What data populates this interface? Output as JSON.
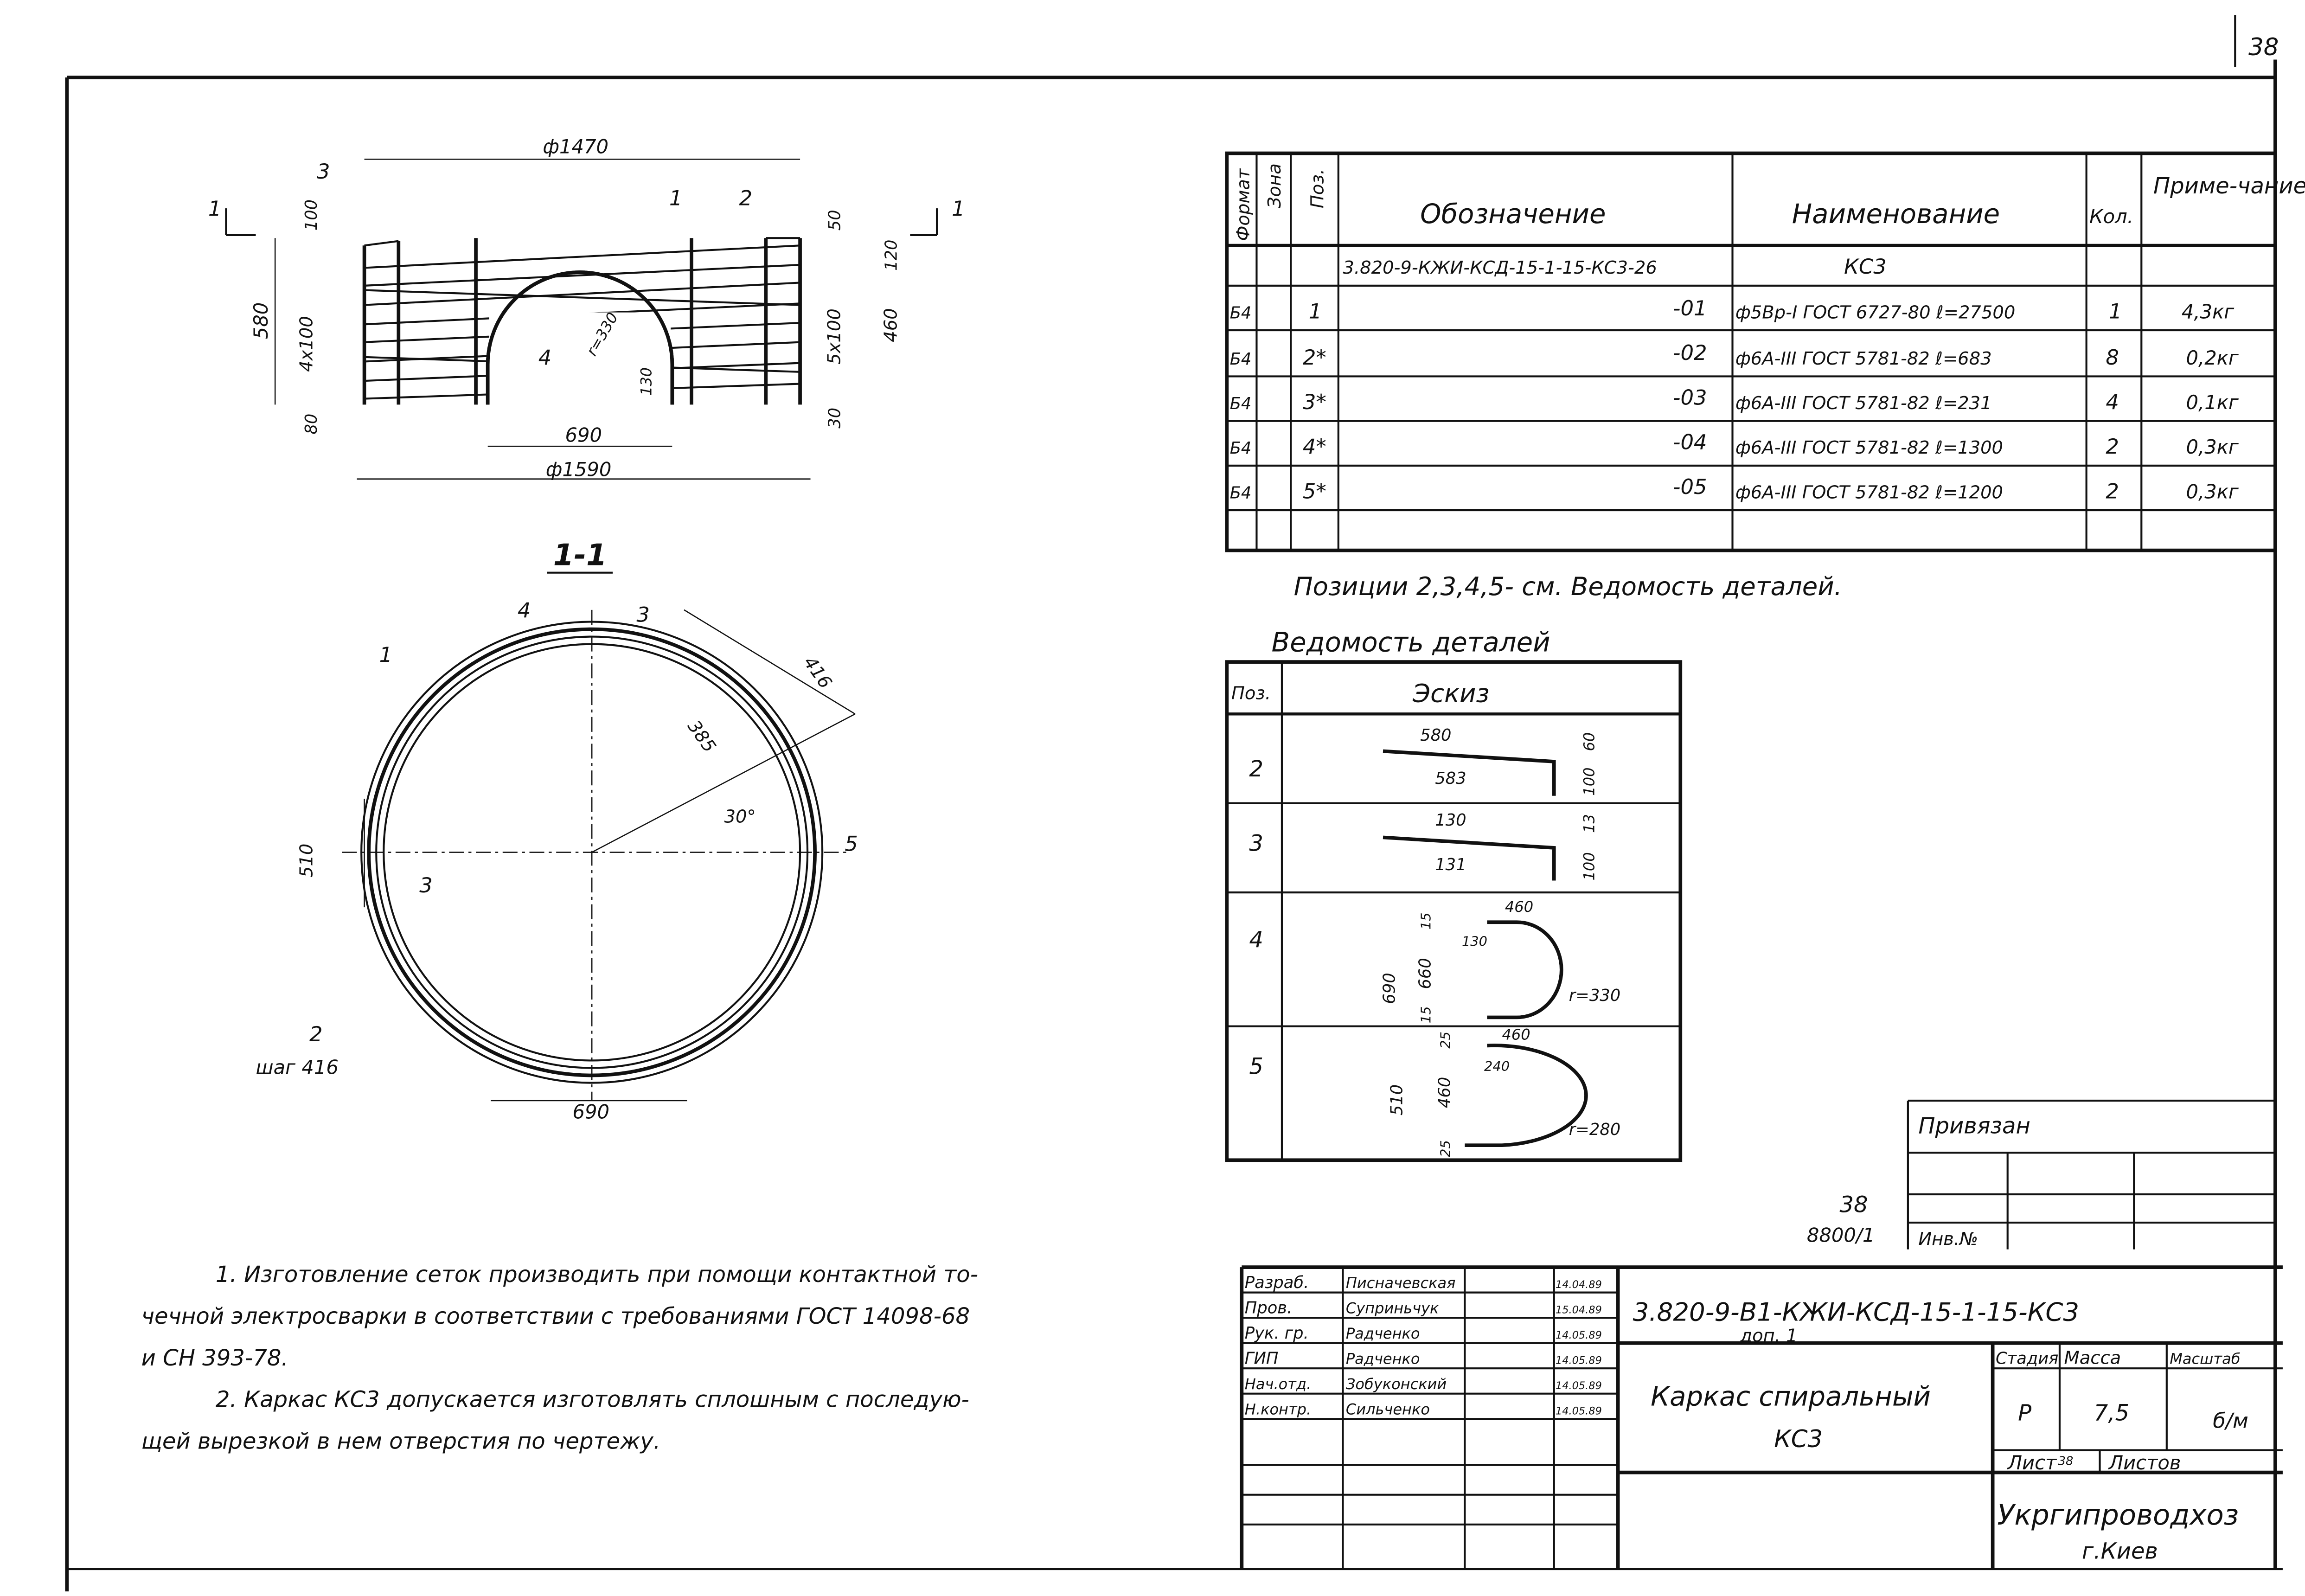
{
  "page_number": "38",
  "plan_view": {
    "dims": {
      "top_diameter": "ф1470",
      "bottom_diameter": "ф1590",
      "opening_width": "690",
      "height_total": "580",
      "spacing_left": "4x100",
      "top_left": "100",
      "bottom_left": "80",
      "top_right": "50",
      "spacing_right": "5x100",
      "right_120": "120",
      "right_460": "460",
      "bottom_right": "30",
      "opening_130": "130",
      "radius": "r=330"
    },
    "callouts": [
      "3",
      "1",
      "2",
      "4"
    ],
    "section_marks": [
      "1",
      "1"
    ]
  },
  "section_view": {
    "title": "1-1",
    "callouts": [
      "1",
      "4",
      "3",
      "5",
      "3",
      "2"
    ],
    "dims": {
      "outer": "416",
      "inner": "385",
      "angle": "30°",
      "side": "510",
      "bottom": "690",
      "pitch": "шаг 416"
    }
  },
  "spec_table": {
    "headers": [
      "Формат",
      "Зона",
      "Поз.",
      "Обозначение",
      "Наименование",
      "Кол.",
      "Приме-чание"
    ],
    "assembly": {
      "designation": "3.820-9-КЖИ-КСД-15-1-15-КС3-26",
      "name": "КС3"
    },
    "rows": [
      {
        "format": "Б4",
        "pos": "1",
        "designation": "-01",
        "name": "ф5Вр-I ГОСТ 6727-80  ℓ=27500",
        "qty": "1",
        "note": "4,3кг"
      },
      {
        "format": "Б4",
        "pos": "2*",
        "designation": "-02",
        "name": "ф6А-III ГОСТ 5781-82  ℓ=683",
        "qty": "8",
        "note": "0,2кг"
      },
      {
        "format": "Б4",
        "pos": "3*",
        "designation": "-03",
        "name": "ф6А-III ГОСТ 5781-82  ℓ=231",
        "qty": "4",
        "note": "0,1кг"
      },
      {
        "format": "Б4",
        "pos": "4*",
        "designation": "-04",
        "name": "ф6А-III ГОСТ 5781-82  ℓ=1300",
        "qty": "2",
        "note": "0,3кг"
      },
      {
        "format": "Б4",
        "pos": "5*",
        "designation": "-05",
        "name": "ф6А-III ГОСТ 5781-82  ℓ=1200",
        "qty": "2",
        "note": "0,3кг"
      }
    ]
  },
  "positions_note": "Позиции 2,3,4,5- см. Ведомость деталей.",
  "details_table": {
    "title": "Ведомость деталей",
    "headers": [
      "Поз.",
      "Эскиз"
    ],
    "rows": [
      {
        "pos": "2",
        "dims": [
          "580",
          "583",
          "60",
          "100"
        ]
      },
      {
        "pos": "3",
        "dims": [
          "130",
          "131",
          "13",
          "100"
        ]
      },
      {
        "pos": "4",
        "dims": [
          "460",
          "15",
          "130",
          "690",
          "660",
          "15",
          "r=330"
        ]
      },
      {
        "pos": "5",
        "dims": [
          "460",
          "25",
          "240",
          "510",
          "460",
          "25",
          "r=280"
        ]
      }
    ]
  },
  "privyazan": {
    "label": "Привязан",
    "inv": "Инв.№"
  },
  "stamp_marks": [
    "38",
    "8800/1"
  ],
  "notes": [
    "1. Изготовление сеток производить при помощи контактной то-",
    "чечной электросварки в соответствии с требованиями ГОСТ 14098-68",
    "и СН 393-78.",
    "2. Каркас КС3 допускается изготовлять сплошным с последую-",
    "щей вырезкой в нем отверстия по чертежу."
  ],
  "title_block": {
    "staff": [
      {
        "role": "Разраб.",
        "name": "Писначевская",
        "date": "14.04.89"
      },
      {
        "role": "Пров.",
        "name": "Суприньчук",
        "date": "15.04.89"
      },
      {
        "role": "Рук. гр.",
        "name": "Радченко",
        "date": "14.05.89"
      },
      {
        "role": "ГИП",
        "name": "Радченко",
        "date": "14.05.89"
      },
      {
        "role": "Нач.отд.",
        "name": "Зобуконский",
        "date": "14.05.89"
      },
      {
        "role": "Н.контр.",
        "name": "Сильченко",
        "date": "14.05.89"
      }
    ],
    "designation": "3.820-9-В1-КЖИ-КСД-15-1-15-КС3",
    "designation_sub": "доп. 1",
    "item_title": [
      "Каркас спиральный",
      "КС3"
    ],
    "stage_label": "Стадия",
    "mass_label": "Масса",
    "scale_label": "Масштаб",
    "stage": "Р",
    "mass": "7,5",
    "scale": "б/м",
    "sheet_label": "Лист",
    "sheet": "38",
    "sheets_label": "Листов",
    "sheets": "",
    "org": "Укргипроводхоз",
    "city": "г.Киев"
  }
}
